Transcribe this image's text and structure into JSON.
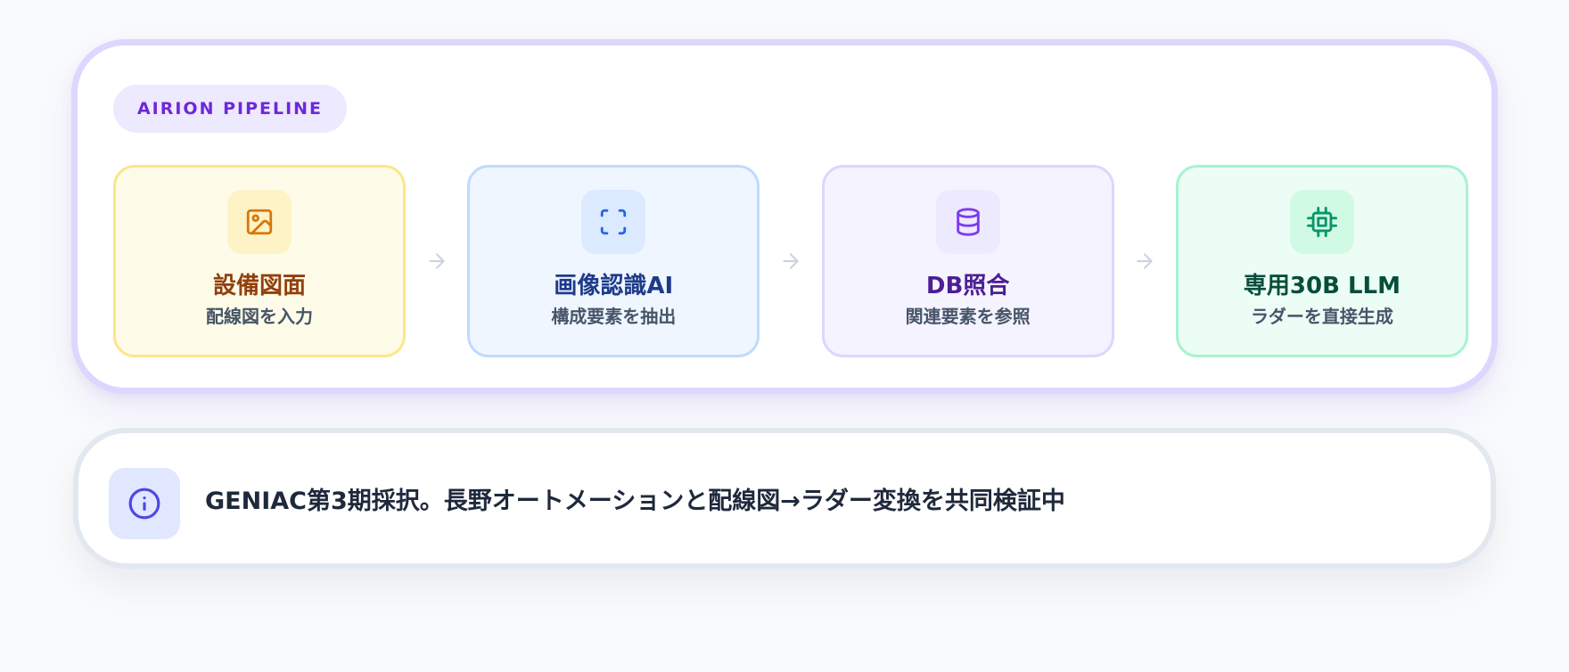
{
  "pipeline": {
    "badge": "AIRION PIPELINE",
    "steps": [
      {
        "title": "設備図面",
        "subtitle": "配線図を入力",
        "icon": "image-icon",
        "color": "#d97706"
      },
      {
        "title": "画像認識AI",
        "subtitle": "構成要素を抽出",
        "icon": "scan-icon",
        "color": "#2563eb"
      },
      {
        "title": "DB照合",
        "subtitle": "関連要素を参照",
        "icon": "database-icon",
        "color": "#7c3aed"
      },
      {
        "title": "専用30B LLM",
        "subtitle": "ラダーを直接生成",
        "icon": "cpu-icon",
        "color": "#059669"
      }
    ],
    "arrow_icon": "arrow-right-icon",
    "accent": "#6d28d9"
  },
  "info": {
    "icon": "info-icon",
    "text": "GENIAC第3期採択。長野オートメーションと配線図→ラダー変換を共同検証中",
    "accent": "#4f46e5"
  }
}
